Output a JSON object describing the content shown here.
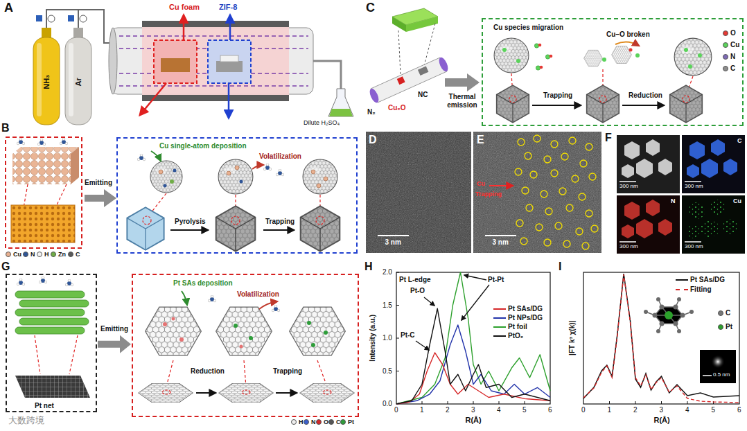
{
  "diagram": {
    "nodes": [
      {
        "text": [
          "Cu single-atom deposition",
          "Volatilization",
          "Pyrolysis",
          "Trapping"
        ]
      },
      {
        "text": [
          "Cu species migration",
          "Cu–O broken",
          "Trapping",
          "Reduction"
        ]
      },
      {
        "text": [
          "Pt net"
        ]
      },
      {
        "text": [
          "Pt SAs deposition",
          "Volatilization",
          "Reduction",
          "Trapping"
        ]
      }
    ],
    "edges": [
      {
        "from": 2,
        "to": 3,
        "arrow": "to",
        "label": "Emitting"
      }
    ],
    "labels": [
      "A",
      "Cu foam",
      "ZIF-8",
      "NH₃",
      "Ar",
      "Dilute H₂SO₄",
      "B",
      "Emitting",
      "C",
      "N₂",
      "Cu₂O",
      "NC",
      "Thermal emission",
      "D",
      "3 nm",
      "E",
      "Cu",
      "Trapping",
      "3 nm",
      "F",
      "300 nm",
      "C",
      "300 nm",
      "N",
      "300 nm",
      "Cu",
      "300 nm",
      "G",
      "H",
      "Pt L-edge",
      "Pt-O",
      "Pt-Pt",
      "Pt-C",
      "Intensity (a.u.)",
      "R(Å)",
      "0.0",
      "0.5",
      "1.0",
      "1.5",
      "2.0",
      "0",
      "1",
      "2",
      "3",
      "4",
      "5",
      "6",
      "I",
      "|FT k³ χ(k)|",
      "R(Å)",
      "0",
      "1",
      "2",
      "3",
      "4",
      "5",
      "6",
      "0.5 nm",
      "大数跨境"
    ],
    "legend": [
      {
        "text": "Cu",
        "color": "#e8b090"
      },
      {
        "text": "N",
        "color": "#2f5597"
      },
      {
        "text": "H",
        "color": "#f2f2f2"
      },
      {
        "text": "Zn",
        "color": "#70ad47"
      },
      {
        "text": "C",
        "color": "#595959"
      },
      {
        "text": "O",
        "color": "#e53935"
      },
      {
        "text": "Cu",
        "color": "#5bd35b"
      },
      {
        "text": "N",
        "color": "#7e6bb5"
      },
      {
        "text": "C",
        "color": "#8c8c8c"
      },
      {
        "text": "H",
        "color": "#eeeeee"
      },
      {
        "text": "N",
        "color": "#3a5fcd"
      },
      {
        "text": "O",
        "color": "#d62728"
      },
      {
        "text": "C",
        "color": "#555555"
      },
      {
        "text": "Pt",
        "color": "#2e9e3a"
      },
      {
        "text": "Pt SAs/DG"
      },
      {
        "text": "Pt NPs/DG"
      },
      {
        "text": "Pt foil"
      },
      {
        "text": "PtO₂"
      },
      {
        "text": "Pt SAs/DG"
      },
      {
        "text": "Fitting"
      },
      {
        "text": "C",
        "color": "#777777"
      },
      {
        "text": "Pt",
        "color": "#2ca02c"
      }
    ]
  }
}
